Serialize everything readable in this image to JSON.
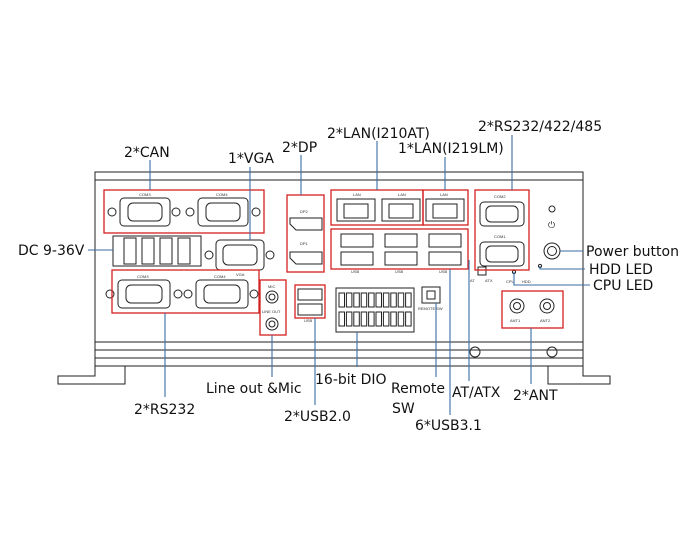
{
  "callouts": {
    "can": "2*CAN",
    "vga": "1*VGA",
    "dp": "2*DP",
    "lan_i210": "2*LAN(I210AT)",
    "lan_i219": "1*LAN(I219LM)",
    "rs232_422_485": "2*RS232/422/485",
    "dc_in": "DC 9-36V",
    "power_button": "Power button",
    "hdd_led": "HDD LED",
    "cpu_led": "CPU LED",
    "line_out_mic": "Line out &Mic",
    "dio": "16-bit DIO",
    "remote_sw_1": "Remote",
    "remote_sw_2": "SW",
    "at_atx": "AT/ATX",
    "usb31": "6*USB3.1",
    "ant": "2*ANT",
    "rs232": "2*RS232",
    "usb20": "2*USB2.0"
  },
  "panel_labels": {
    "com3_top": "COM3",
    "com4_top": "COM4",
    "com3_bottom": "COM3",
    "com4_bottom": "COM4",
    "com2": "COM2",
    "com1": "COM1",
    "dp2": "DP2",
    "dp1": "DP1",
    "vga": "VGA",
    "lan_a": "LAN",
    "lan_b": "LAN",
    "lan_c": "LAN",
    "usb_a": "USB",
    "usb_b": "USB",
    "usb_c": "USB",
    "usb_2": "USB",
    "mic": "MIC",
    "line_out": "LINE OUT",
    "ant1": "ANT1",
    "ant2": "ANT2",
    "remote": "REMOTE SW",
    "at": "AT",
    "atx": "ATX",
    "cpu": "CPU",
    "hdd": "HDD",
    "power_symbol": "⏻"
  },
  "colors": {
    "highlight_box": "#d42020",
    "leader_line": "#3a6ea5",
    "device_outline": "#222222"
  }
}
